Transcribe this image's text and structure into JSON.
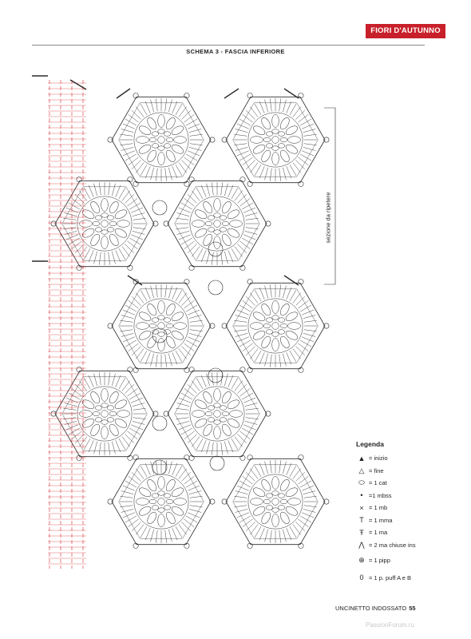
{
  "header": {
    "section_tab": "FIORI D'AUTUNNO"
  },
  "diagram": {
    "title": "SCHEMA 3 - FASCIA INFERIORE",
    "repeat_label": "sezione da ripetere",
    "colors": {
      "stitches": "#2b2b2b",
      "edge": "#d9252b",
      "accent": "#c8202a"
    }
  },
  "legend": {
    "title": "Legenda",
    "items": [
      {
        "icon": "filled-triangle-icon",
        "glyph": "▲",
        "label": "= inizio"
      },
      {
        "icon": "outline-triangle-icon",
        "glyph": "△",
        "label": "= fine"
      },
      {
        "icon": "chain-oval-icon",
        "glyph": "⬭",
        "label": "= 1 cat"
      },
      {
        "icon": "dot-icon",
        "glyph": "•",
        "label": "=1 mbss"
      },
      {
        "icon": "cross-icon",
        "glyph": "×",
        "label": "= 1 mb"
      },
      {
        "icon": "half-double-icon",
        "glyph": "T",
        "label": "= 1 mma"
      },
      {
        "icon": "double-crochet-icon",
        "glyph": "Ŧ",
        "label": "= 1 ma"
      },
      {
        "icon": "two-together-icon",
        "glyph": "⋀",
        "label": "= 2 ma chiuse ins"
      },
      {
        "icon": "picot-icon",
        "glyph": "⊕",
        "label": "= 1 pipp"
      },
      {
        "icon": "puff-icon",
        "glyph": "0",
        "label": "= 1 p. puff A e B"
      }
    ]
  },
  "footer": {
    "magazine": "UNCINETTO INDOSSATO",
    "page_number": "55"
  },
  "watermark": "PassionForum.ru"
}
